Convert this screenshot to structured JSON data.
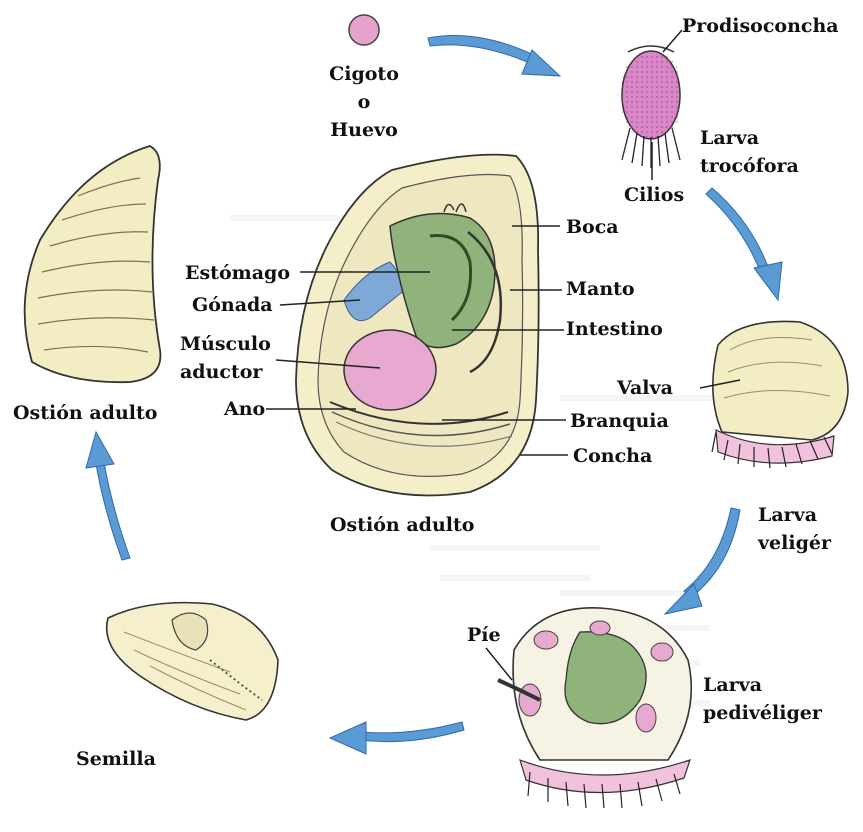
{
  "diagram": {
    "stages": {
      "egg": "Cigoto o Huevo",
      "egg_lines": [
        "Cigoto",
        "o",
        "Huevo"
      ],
      "prodisoconch": "Prodisoconcha",
      "trochophore_lines": [
        "Larva",
        "trocófora"
      ],
      "cilia": "Cilios",
      "valve": "Valva",
      "veliger_lines": [
        "Larva",
        "veligér"
      ],
      "foot": "Píe",
      "pediveliger_lines": [
        "Larva",
        "pedivéliger"
      ],
      "seed": "Semilla",
      "adult_shell": "Ostión adulto"
    },
    "anatomy": {
      "title": "Ostión adulto",
      "mouth": "Boca",
      "stomach": "Estómago",
      "mantle": "Manto",
      "gonad": "Gónada",
      "intestine": "Intestino",
      "adductor_lines": [
        "Músculo",
        "aductor"
      ],
      "anus": "Ano",
      "gill": "Branquia",
      "shell": "Concha"
    }
  },
  "colors": {
    "arrow": "#5b9bd5",
    "shell_fill": "#f1ecc1",
    "organ_green": "#8fb37a",
    "muscle_pink": "#e7a9cf",
    "gonad_blue": "#7ea9d6",
    "larva_pink": "#d987c7"
  }
}
